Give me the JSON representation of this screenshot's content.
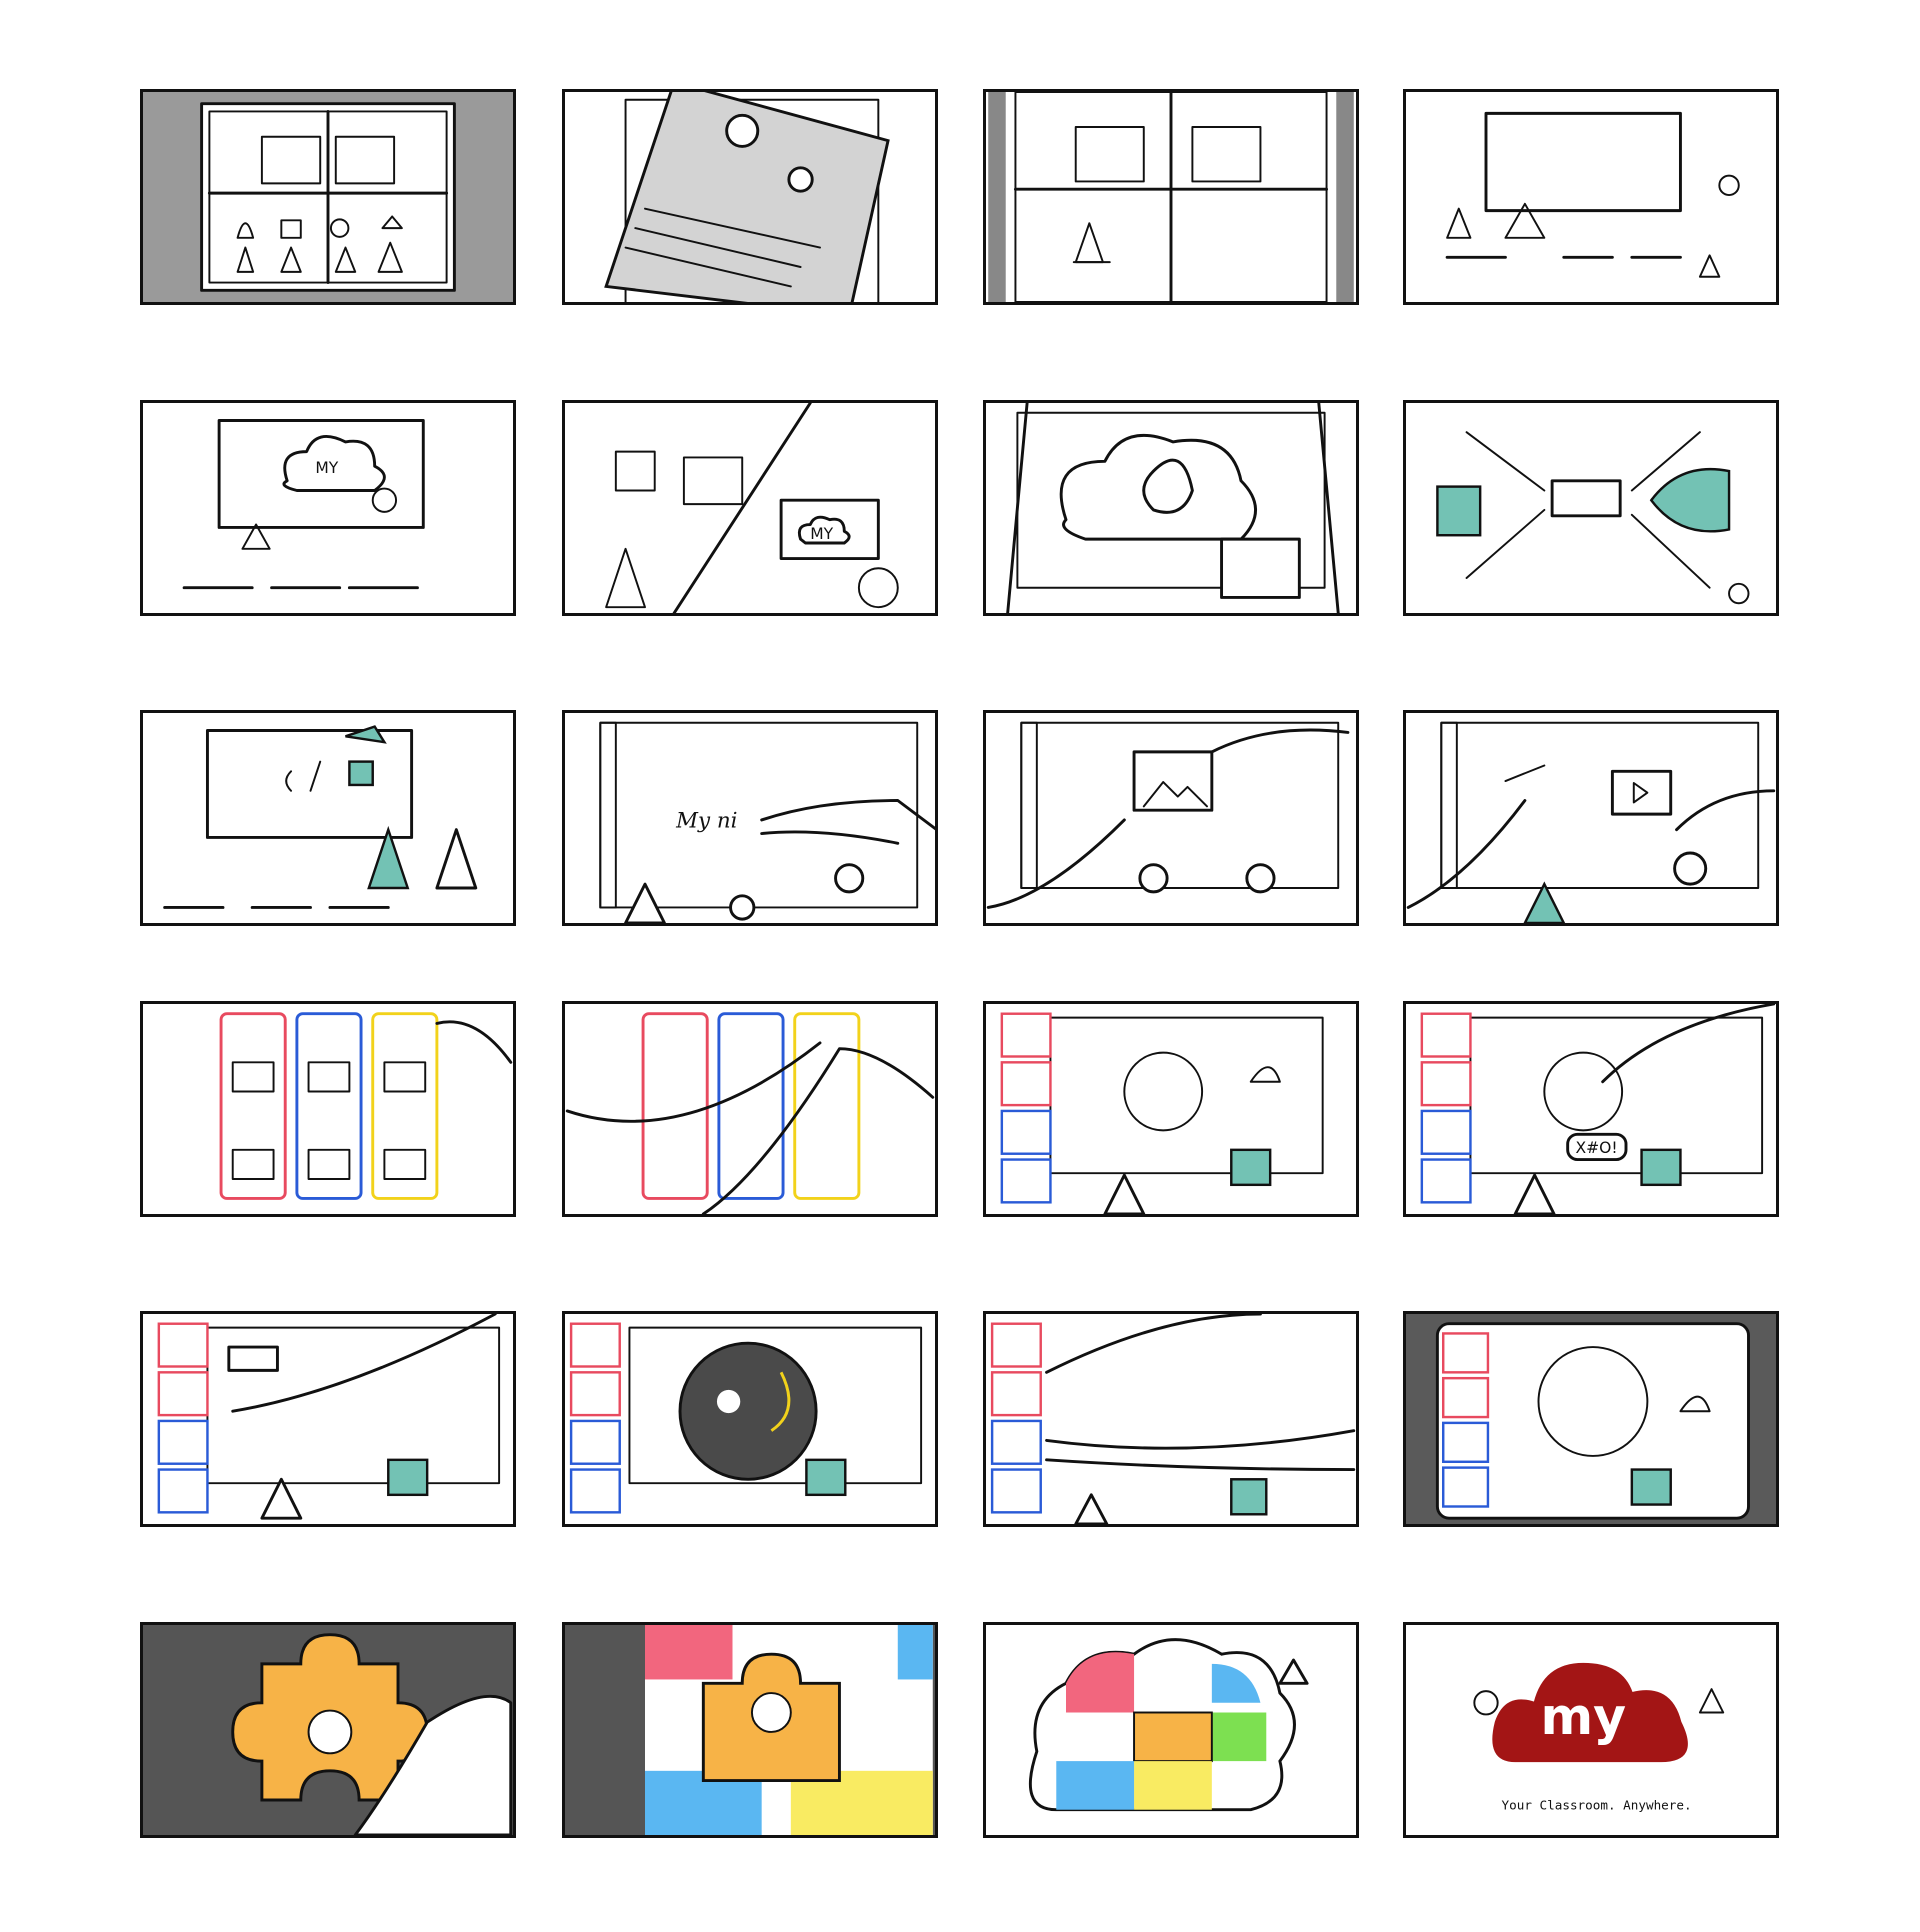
{
  "storyboard": {
    "cloud_label": "MY",
    "screen_cloud_label": "MY",
    "handwriting_text": "My ni",
    "speech_bubble_text": "X#O!",
    "logo": {
      "word": "my",
      "tagline": "Your Classroom. Anywhere.",
      "color": "#a31515"
    },
    "colors": {
      "teal": "#73c2b4",
      "red_frame": "#e84a5f",
      "blue_frame": "#2a5bd7",
      "yellow_frame": "#f2d21b",
      "puzzle_orange": "#f7b347",
      "puzzle_pink": "#f2667e",
      "puzzle_blue": "#5ab7f2",
      "puzzle_green": "#7de051",
      "puzzle_yellow": "#f9eb62",
      "dark_bg": "#555555",
      "gray_bg": "#9a9a9a"
    }
  }
}
